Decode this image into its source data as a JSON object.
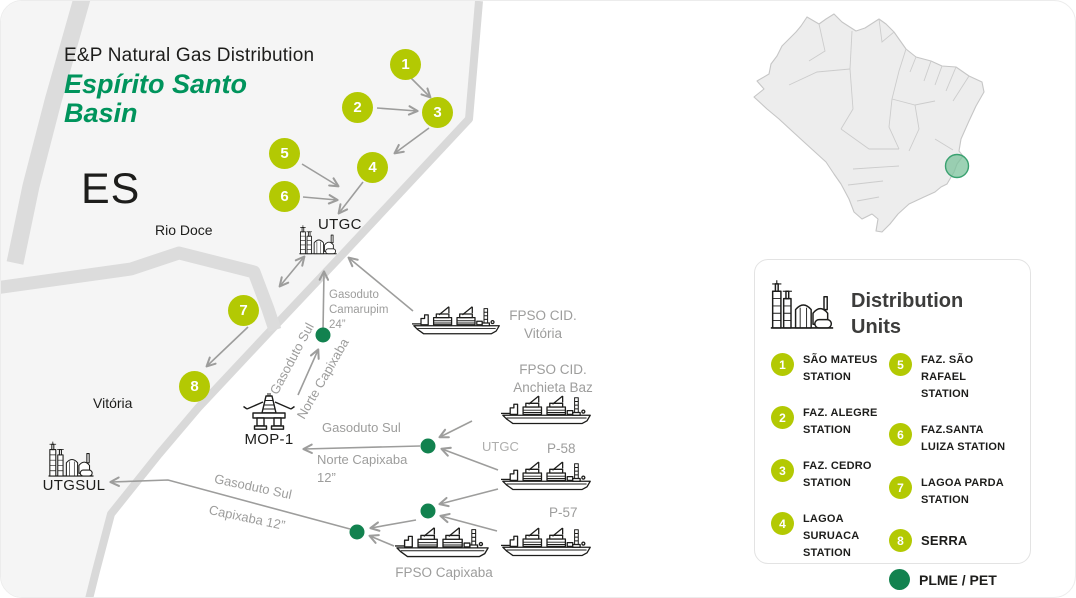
{
  "title": {
    "kicker": "E&P Natural Gas Distribution",
    "basin_line1": "Espírito Santo",
    "basin_line2": "Basin"
  },
  "map": {
    "state_abbr": "ES",
    "rio_doce": "Rio Doce",
    "vitoria": "Vitória",
    "stations": {
      "s1": "1",
      "s2": "2",
      "s3": "3",
      "s4": "4",
      "s5": "5",
      "s6": "6",
      "s7": "7",
      "s8": "8"
    },
    "facilities": {
      "utgc": "UTGC",
      "mop1": "MOP-1",
      "utgsul": "UTGSUL"
    },
    "ships": {
      "fpso_vitoria": "FPSO CID.\nVitória",
      "fpso_anchieta": "FPSO CID.\nAnchieta Baz",
      "p58": "P-58",
      "p57": "P-57",
      "fpso_capixaba": "FPSO Capixaba"
    },
    "pipelines": {
      "camarupim": "Gasoduto\nCamarupim\n24”",
      "gasoduto_sul_upper": "Gasoduto Sul",
      "norte_capixaba_upper": "Norte Capixaba",
      "gasoduto_sul_mid": "Gasoduto Sul",
      "norte_capixaba_mid": "Norte Capixaba\n12”",
      "utgc_gray": "UTGC",
      "gasoduto_sul_lower": "Gasoduto Sul",
      "capixaba_lower": "Capixaba 12”"
    }
  },
  "legend": {
    "title_line1": "Distribution",
    "title_line2": "Units",
    "items": [
      {
        "num": "1",
        "label": "SÃO MATEUS STATION"
      },
      {
        "num": "2",
        "label": "FAZ. ALEGRE STATION"
      },
      {
        "num": "3",
        "label": "FAZ. CEDRO STATION"
      },
      {
        "num": "4",
        "label": "LAGOA SURUACA STATION"
      },
      {
        "num": "5",
        "label": "FAZ. SÃO RAFAEL STATION"
      },
      {
        "num": "6",
        "label": "FAZ.SANTA LUIZA STATION"
      },
      {
        "num": "7",
        "label": "LAGOA PARDA STATION"
      },
      {
        "num": "8",
        "label": "SERRA"
      }
    ],
    "plme_label": "PLME / PET"
  },
  "colors": {
    "lime": "#b3c903",
    "title_green": "#00945c",
    "dot_green": "#12824f",
    "gray": "#9d9d9c",
    "dark": "#1d1d1b",
    "land": "#f5f5f5",
    "band": "#d9d9d9"
  }
}
